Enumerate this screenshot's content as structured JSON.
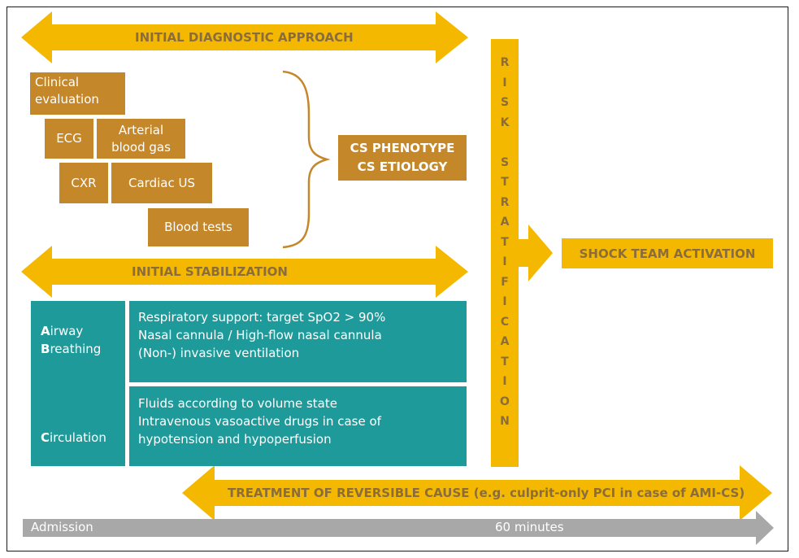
{
  "diagram": {
    "initial_diagnostic_approach": "INITIAL DIAGNOSTIC APPROACH",
    "diagnostics": {
      "clinical_line1": "Clinical",
      "clinical_line2": "evaluation",
      "ecg": "ECG",
      "abg_line1": "Arterial",
      "abg_line2": "blood gas",
      "cxr": "CXR",
      "cardiac_us": "Cardiac US",
      "blood_tests": "Blood tests"
    },
    "phenotype_line1": "CS PHENOTYPE",
    "phenotype_line2": "CS ETIOLOGY",
    "risk_stratification_letters": [
      "R",
      "I",
      "S",
      "K",
      "",
      "S",
      "T",
      "R",
      "A",
      "T",
      "I",
      "F",
      "I",
      "C",
      "A",
      "T",
      "I",
      "O",
      "N"
    ],
    "shock_team_activation": "SHOCK TEAM ACTIVATION",
    "initial_stabilization": "INITIAL STABILIZATION",
    "airway_letter": "A",
    "airway_rest": "irway",
    "breathing_letter": "B",
    "breathing_rest": "reathing",
    "circulation_letter": "C",
    "circulation_rest": "irculation",
    "respiratory": [
      "Respiratory support: target SpO2 > 90%",
      "Nasal cannula / High-flow nasal cannula",
      "(Non-) invasive ventilation"
    ],
    "circulation_items": [
      "Fluids according to volume state",
      "Intravenous vasoactive drugs in case of",
      "hypotension and hypoperfusion"
    ],
    "treatment": "TREATMENT OF REVERSIBLE CAUSE (e.g. culprit-only PCI in case of AMI-CS)",
    "timeline_start": "Admission",
    "timeline_end": "60 minutes"
  },
  "colors": {
    "arrow_yellow": "#f5b800",
    "box_brown": "#c4872a",
    "label_brown": "#8a6d3b",
    "teal": "#1e9a9a",
    "timeline_gray": "#a8a8a8"
  }
}
